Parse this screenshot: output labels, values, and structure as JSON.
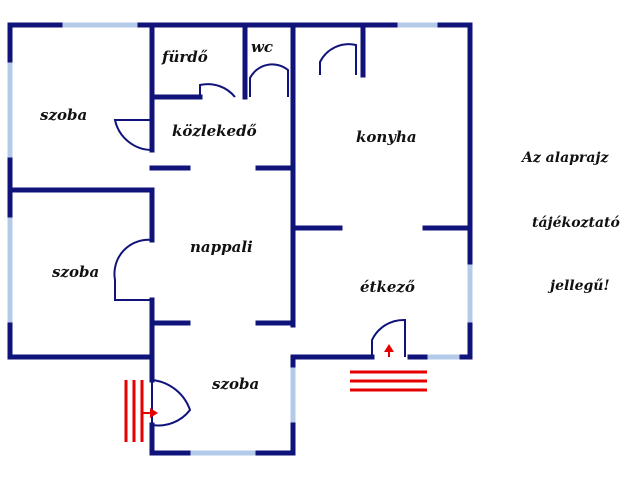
{
  "colors": {
    "wall": "#0f137a",
    "window": "#b3cbe8",
    "door_swing": "#0f137a",
    "entrance_marker": "#e60000",
    "background": "#ffffff"
  },
  "rooms": {
    "furdo": "fürdő",
    "wc": "wc",
    "szoba_top": "szoba",
    "kozlekedo": "közlekedő",
    "konyha": "konyha",
    "nappali": "nappali",
    "szoba_left": "szoba",
    "etkezo": "étkező",
    "szoba_bottom": "szoba"
  },
  "note": {
    "line1": "Az alaprajz",
    "line2": "tájékoztató",
    "line3": "jellegű!"
  }
}
